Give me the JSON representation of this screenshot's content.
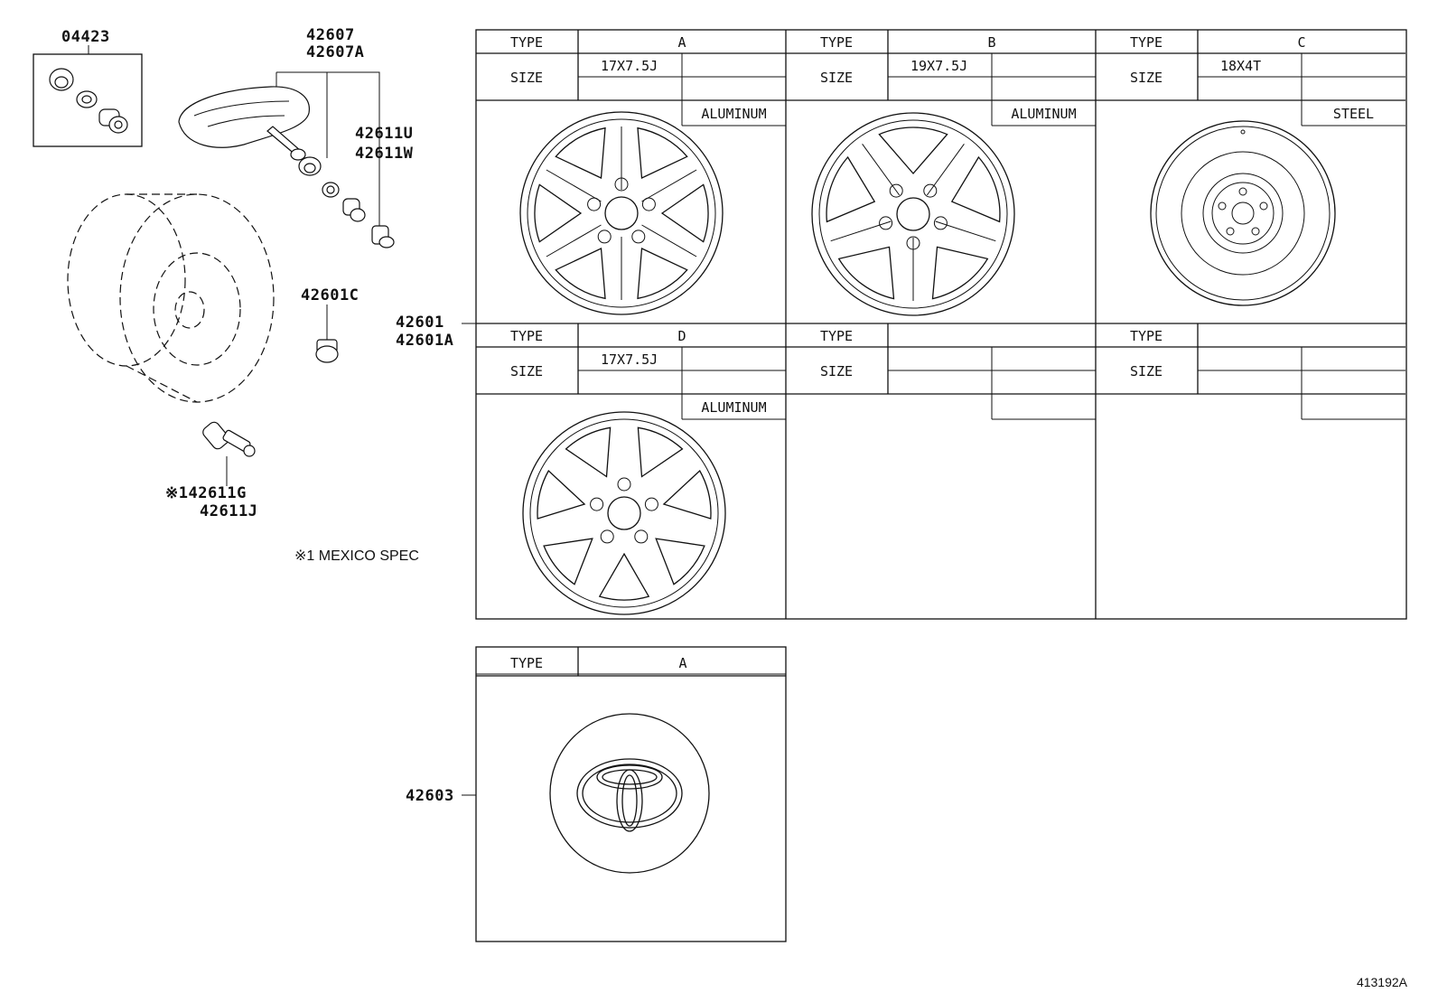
{
  "part_numbers": {
    "valve_kit": "04423",
    "sensor_line1": "42607",
    "sensor_line2": "42607A",
    "valve_cap_line1": "42611U",
    "valve_cap_line2": "42611W",
    "nut": "42601C",
    "wheel_line1": "42601",
    "wheel_line2": "42601A",
    "valve_mexico_line1": "※142611G",
    "valve_mexico_line2": "42611J",
    "ornament": "42603"
  },
  "note": "※1 MEXICO SPEC",
  "labels": {
    "type": "TYPE",
    "size": "SIZE"
  },
  "wheel_types": [
    {
      "type": "A",
      "size": "17X7.5J",
      "material": "ALUMINUM"
    },
    {
      "type": "B",
      "size": "19X7.5J",
      "material": "ALUMINUM"
    },
    {
      "type": "C",
      "size": "18X4T",
      "material": "STEEL"
    },
    {
      "type": "D",
      "size": "17X7.5J",
      "material": "ALUMINUM"
    },
    {
      "type": "",
      "size": "",
      "material": ""
    },
    {
      "type": "",
      "size": "",
      "material": ""
    }
  ],
  "ornament_table": {
    "type": "A",
    "icon": "toyota-emblem-icon"
  },
  "figure_ref": "413192A"
}
